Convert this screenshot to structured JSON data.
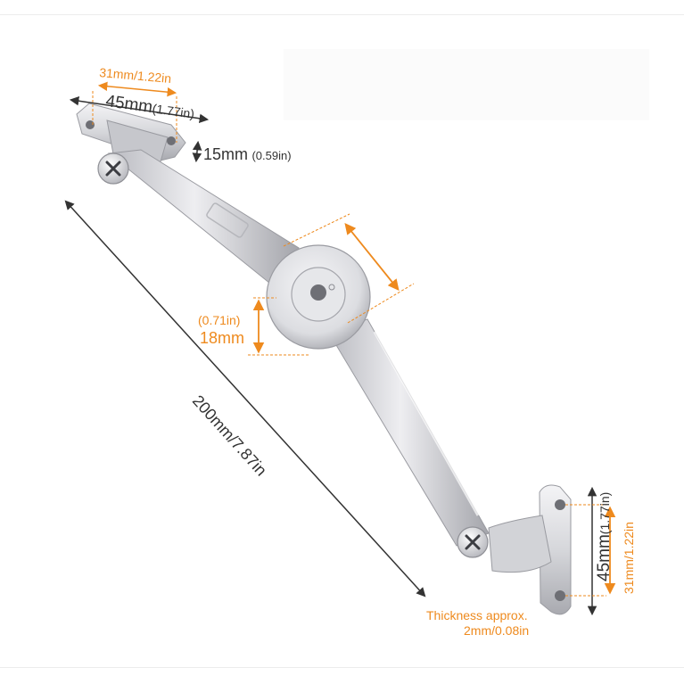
{
  "labels": {
    "top_width_small": "31mm/1.22in",
    "top_width_big": "45mm",
    "top_width_big_in": "(1.77in)",
    "height_15": "15mm",
    "height_15_in": "(0.59in)",
    "pivot_in": "(0.71in)",
    "pivot_mm": "18mm",
    "length": "200mm/7.87in",
    "right_45": "45mm",
    "right_45_in": "(1.77in)",
    "right_31": "31mm/1.22in",
    "thickness_1": "Thickness approx.",
    "thickness_2": "2mm/0.08in"
  },
  "colors": {
    "accent": "#ee8a1e",
    "text_dark": "#333333",
    "metal_light": "#e9e9ec",
    "metal_mid": "#c8c9ce",
    "metal_dark": "#9a9ba1"
  },
  "icons": {
    "screw": "phillips-screw-icon",
    "arrow": "double-arrow"
  }
}
